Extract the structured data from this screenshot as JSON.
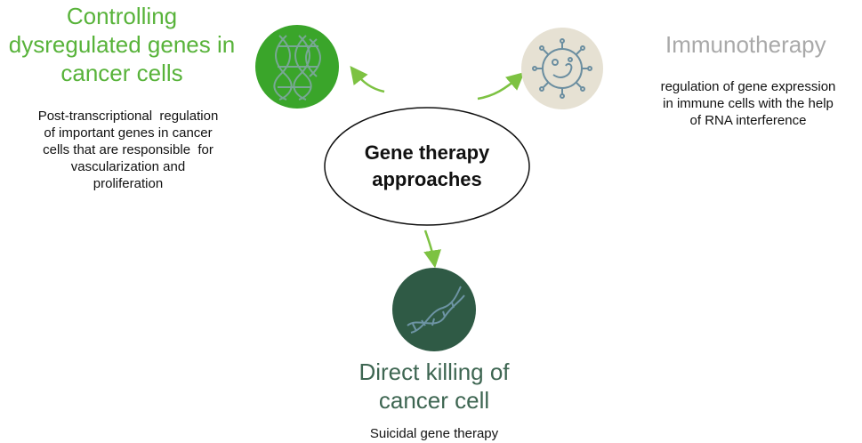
{
  "center": {
    "label_line1": "Gene therapy",
    "label_line2": "approaches"
  },
  "branches": {
    "controlling": {
      "title_line1": "Controlling",
      "title_line2": "dysregulated genes in",
      "title_line3": "cancer cells",
      "desc_line1": "Post-transcriptional  regulation",
      "desc_line2": "of important genes in cancer",
      "desc_line3": "cells that are responsible  for",
      "desc_line4": "vascularization and",
      "desc_line5": "proliferation",
      "icon": "dna-helix-icon",
      "circle_color": "#3aa52a"
    },
    "immunotherapy": {
      "title": "Immunotherapy",
      "desc_line1": "regulation of gene expression",
      "desc_line2": "in immune cells with the help",
      "desc_line3": "of RNA interference",
      "icon": "immune-cell-icon",
      "circle_color": "#e6e1d3"
    },
    "direct_killing": {
      "title_line1": "Direct killing of",
      "title_line2": "cancer cell",
      "desc": "Suicidal gene therapy",
      "icon": "dna-strand-icon",
      "circle_color": "#2f5a45"
    }
  },
  "colors": {
    "arrow": "#7dc242",
    "green_title": "#58b33a",
    "grey_title": "#a9a9a9",
    "dark_title": "#3e6652"
  }
}
